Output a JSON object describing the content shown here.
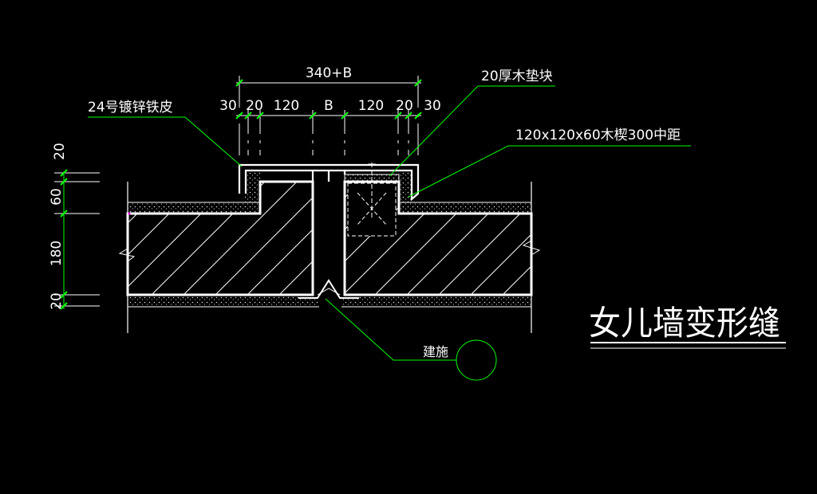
{
  "drawing": {
    "title": "女儿墙变形缝",
    "overall_dim": "340+B",
    "dims_top": [
      "30",
      "20",
      "120",
      "B",
      "120",
      "20",
      "30"
    ],
    "dims_left": [
      "20",
      "60",
      "180",
      "20"
    ],
    "labels": {
      "metal_sheet": "24号镀锌铁皮",
      "wood_pad": "20厚木垫块",
      "wood_wedge": "120x120x60木楔300中距",
      "ref": "建施"
    },
    "colors": {
      "background": "#000000",
      "lines": "#ffffff",
      "leaders": "#00ff00",
      "dim_ticks": "#00ff00"
    }
  }
}
